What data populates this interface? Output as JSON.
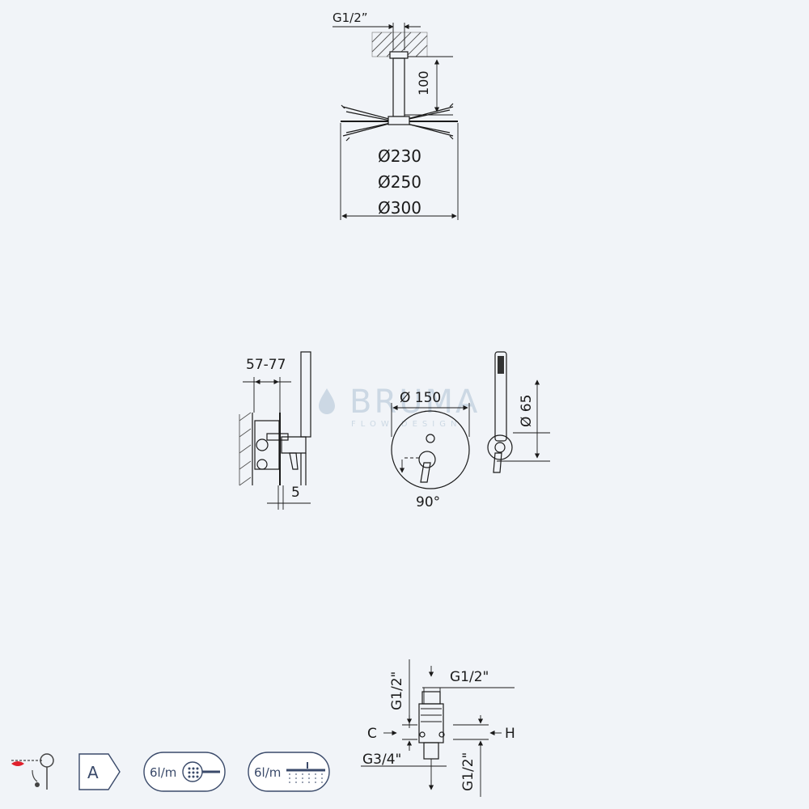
{
  "head_shower": {
    "thread_label": "G1/2”",
    "arm_length": "100",
    "diameters": [
      "Ø230",
      "Ø250",
      "Ø300"
    ]
  },
  "mixer_side": {
    "depth_range": "57-77",
    "plate_thickness": "5"
  },
  "mixer_front": {
    "plate_diameter": "Ø 150",
    "rotation": "90°"
  },
  "hand_shower": {
    "holder_diameter": "Ø 65"
  },
  "valve_body": {
    "top_thread_left": "G1/2\"",
    "top_thread_right": "G1/2\"",
    "label_c": "C",
    "label_h": "H",
    "bottom_thread_left": "G3/4\"",
    "bottom_thread_right": "G1/2\""
  },
  "watermark": {
    "brand": "BRUMA",
    "tagline": "FLOW DESIGN"
  },
  "badges": {
    "energy_class": "A",
    "flow_hand": "6l/m",
    "flow_head": "6l/m"
  }
}
